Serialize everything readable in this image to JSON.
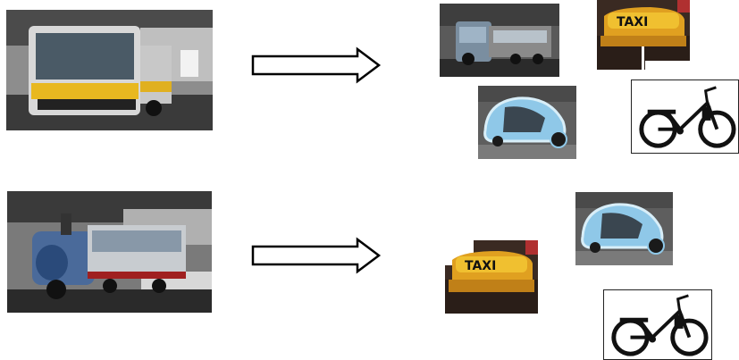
{
  "rows": [
    {
      "query": {
        "icon": "bus-photo"
      },
      "arrow": {
        "icon": "right-arrow-icon"
      },
      "results": [
        {
          "icon": "tourist-train-photo"
        },
        {
          "icon": "taxi-photo",
          "sign_text": "TAXI"
        },
        {
          "icon": "velotaxi-photo"
        },
        {
          "icon": "bicycle-photo"
        }
      ]
    },
    {
      "query": {
        "icon": "tourist-train-photo"
      },
      "arrow": {
        "icon": "right-arrow-icon"
      },
      "results": [
        {
          "icon": "velotaxi-photo"
        },
        {
          "icon": "taxi-photo",
          "sign_text": "TAXI"
        },
        {
          "icon": "bicycle-photo"
        }
      ]
    }
  ],
  "colors": {
    "taxi_yellow": "#e0a020",
    "velotaxi_blue": "#8fc8e8",
    "arrow_stroke": "#000000"
  }
}
